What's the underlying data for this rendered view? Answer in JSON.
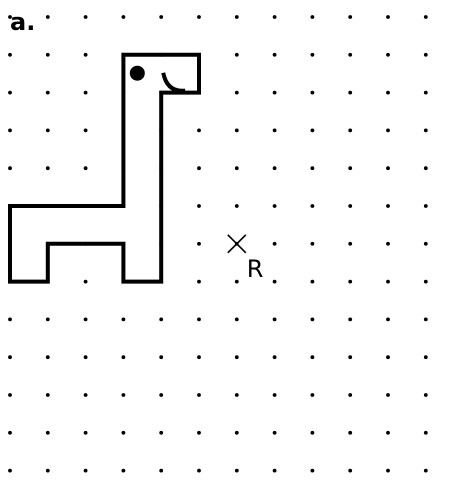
{
  "part_label": "a.",
  "center_label": "R",
  "colors": {
    "ink": "#000000",
    "background": "#ffffff"
  },
  "grid": {
    "type": "dot-grid",
    "columns": 12,
    "rows": 13
  },
  "shape": {
    "description_name": "giraffe-outline",
    "vertices": [
      [
        3,
        1
      ],
      [
        5,
        1
      ],
      [
        5,
        2
      ],
      [
        4,
        2
      ],
      [
        4,
        7
      ],
      [
        3,
        7
      ],
      [
        3,
        6
      ],
      [
        1,
        6
      ],
      [
        1,
        7
      ],
      [
        0,
        7
      ],
      [
        0,
        5
      ],
      [
        3,
        5
      ]
    ],
    "eye": [
      3.5,
      1.5
    ],
    "mouth": "curved-smile"
  },
  "center_of_rotation": [
    6,
    6
  ]
}
